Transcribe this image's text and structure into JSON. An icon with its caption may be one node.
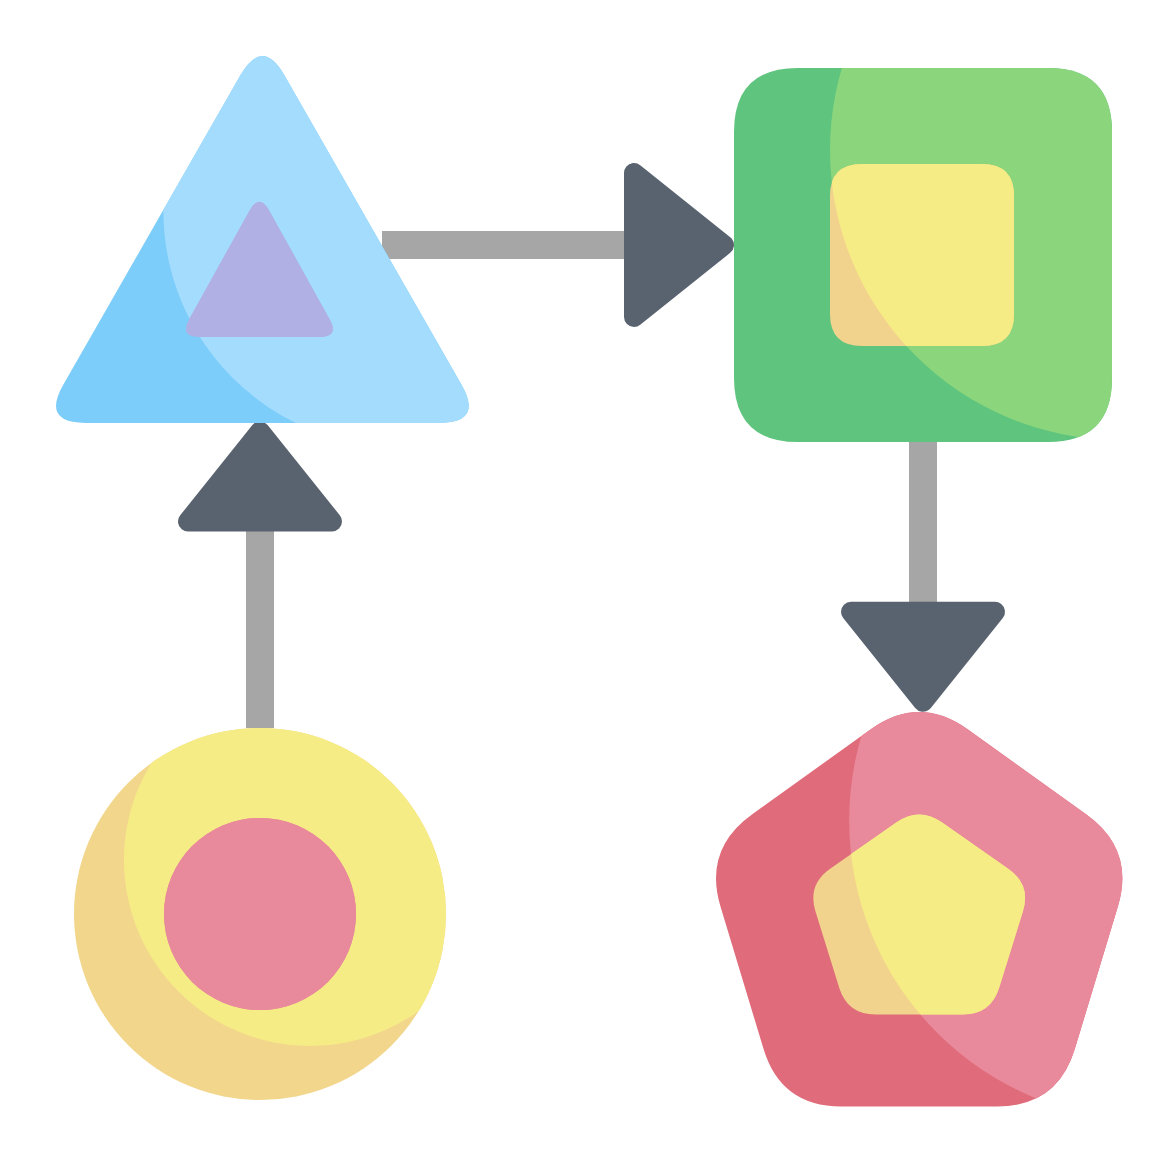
{
  "diagram": {
    "nodes": [
      {
        "text": [],
        "shape": "triangle"
      },
      {
        "text": [],
        "shape": "square"
      },
      {
        "text": [],
        "shape": "circle"
      },
      {
        "text": [],
        "shape": "pentagon"
      }
    ],
    "edges": [
      {
        "from": 2,
        "to": 0,
        "arrow": "to"
      },
      {
        "from": 0,
        "to": 1,
        "arrow": "to"
      },
      {
        "from": 1,
        "to": 3,
        "arrow": "to"
      }
    ]
  }
}
